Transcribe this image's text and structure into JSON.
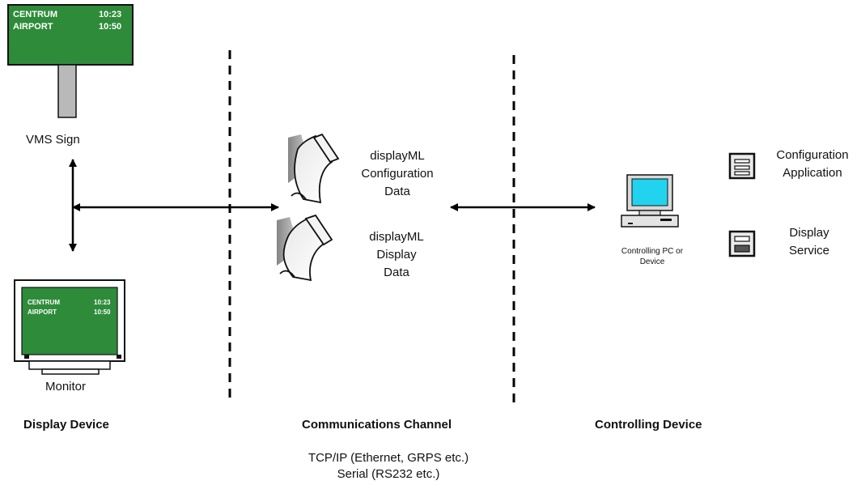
{
  "vms_sign": {
    "rows": [
      {
        "place": "CENTRUM",
        "time": "10:23"
      },
      {
        "place": "AIRPORT",
        "time": "10:50"
      }
    ],
    "label": "VMS Sign"
  },
  "monitor": {
    "rows": [
      {
        "place": "CENTRUM",
        "time": "10:23"
      },
      {
        "place": "AIRPORT",
        "time": "10:50"
      }
    ],
    "label": "Monitor"
  },
  "documents": {
    "config": [
      "displayML",
      "Configuration",
      "Data"
    ],
    "display": [
      "displayML",
      "Display",
      "Data"
    ]
  },
  "controller": {
    "pc_label": [
      "Controlling PC or",
      "Device"
    ],
    "config_app": [
      "Configuration",
      "Application"
    ],
    "display_service": [
      "Display",
      "Service"
    ]
  },
  "sections": {
    "display_device": "Display Device",
    "communications_channel": "Communications Channel",
    "controlling_device": "Controlling Device"
  },
  "protocols": [
    "TCP/IP (Ethernet, GRPS etc.)",
    "Serial (RS232 etc.)"
  ],
  "colors": {
    "sign_green": "#2e8b3a",
    "screen_cyan": "#22d3f0",
    "line": "#000000"
  },
  "icons": [
    "sign-icon",
    "monitor-icon",
    "document-icon",
    "pc-icon",
    "disk-icon"
  ]
}
